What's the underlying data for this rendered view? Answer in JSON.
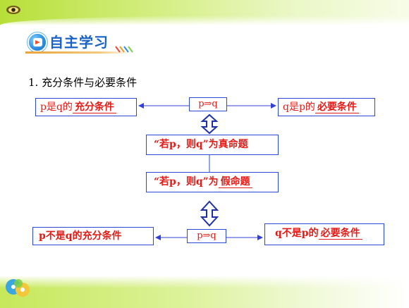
{
  "section": {
    "title": "自主学习",
    "icon": "arrow-right-icon"
  },
  "heading": "1. 充分条件与必要条件",
  "diagram": {
    "top_left": {
      "prefix": "p是q的",
      "blank": "充分条件"
    },
    "top_middle": "p⇒q",
    "top_right": {
      "prefix": "q是p的",
      "blank": "必要条件"
    },
    "middle_upper": "“若p，则q”为真命题",
    "middle_lower": {
      "prefix": "“若p，则q”为",
      "blank": "假命题"
    },
    "bottom_left": "p不是q的充分条件",
    "bottom_middle": "p⇒q",
    "bottom_right": {
      "prefix": "q不是p的",
      "blank": "必要条件"
    }
  },
  "colors": {
    "box_border": "#2e48d6",
    "text_red": "#e31b16",
    "title_blue": "#1b62c7",
    "arrow_blue": "#3040d8"
  }
}
